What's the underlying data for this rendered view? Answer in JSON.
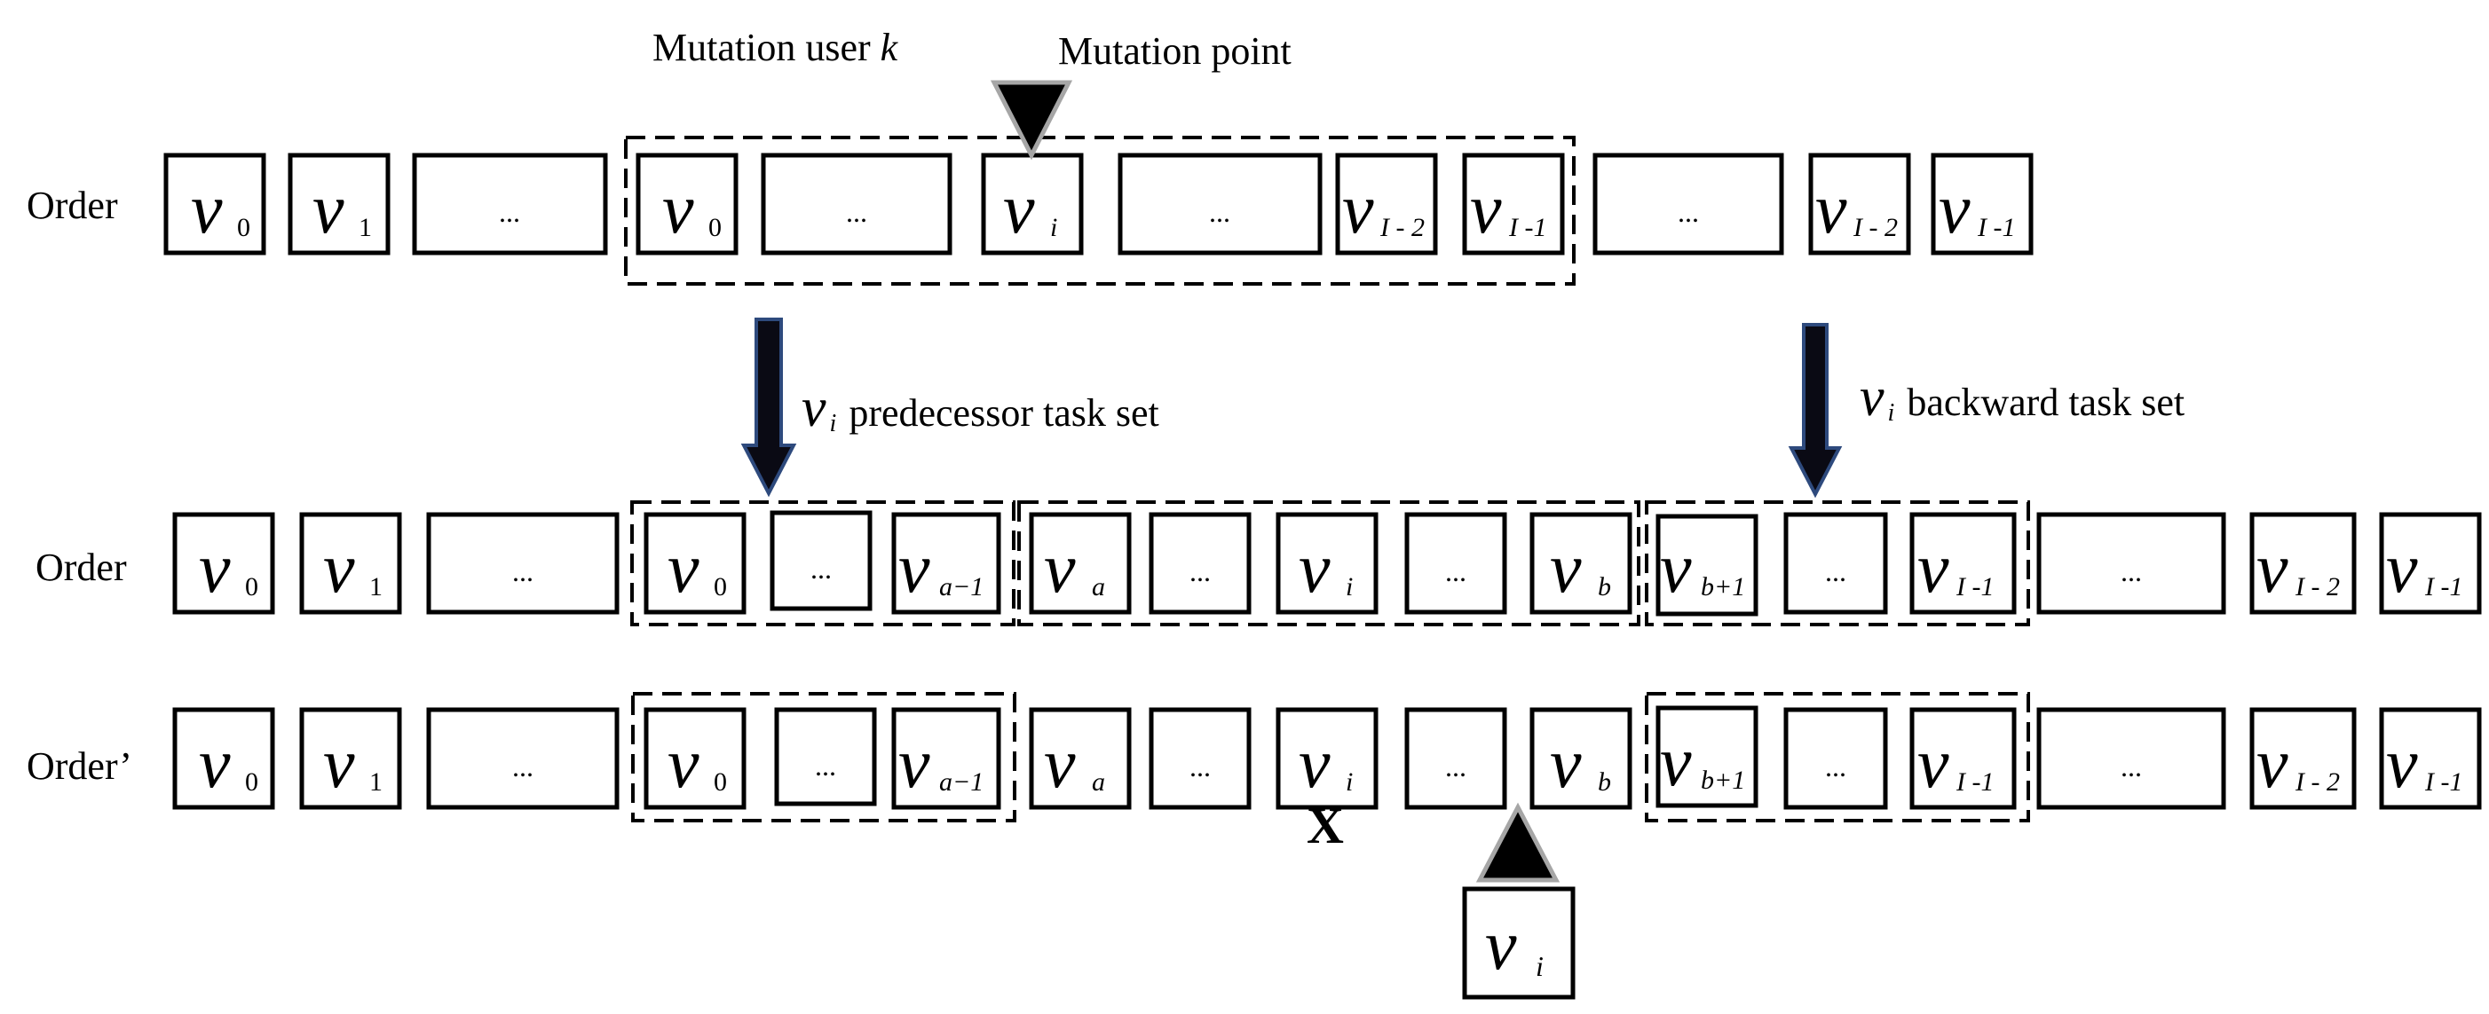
{
  "labels": {
    "mutation_user": "Mutation user ",
    "mutation_user_var": "k",
    "mutation_point": "Mutation point",
    "order": "Order",
    "order_prime": "Order’",
    "predecessor_label": "predecessor task set",
    "backward_label": "backward task set",
    "mutation_mark": "X"
  },
  "symbols": {
    "v": "v",
    "ellipsis": "...",
    "sub_0": "0",
    "sub_1": "1",
    "sub_i": "i",
    "sub_a": "a",
    "sub_b": "b",
    "sub_a_minus_1": "a−1",
    "sub_b_plus_1": "b+1",
    "sub_I_minus_1": "I -1",
    "sub_I_minus_2": "I - 2"
  },
  "rows": {
    "order_top": [
      "v_0",
      "v_1",
      "...",
      "v_0",
      "...",
      "v_i",
      "...",
      "v_I-2",
      "v_I-1",
      "...",
      "v_I-2",
      "v_I-1"
    ],
    "order_middle": [
      "v_0",
      "v_1",
      "...",
      "v_0",
      "...",
      "v_a-1",
      "v_a",
      "...",
      "v_i",
      "...",
      "v_b",
      "v_b+1",
      "...",
      "v_I-1",
      "...",
      "v_I-2",
      "v_I-1"
    ],
    "order_prime": [
      "v_0",
      "v_1",
      "...",
      "v_0",
      "...",
      "v_a-1",
      "v_a",
      "...",
      "v_i",
      "...",
      "v_b",
      "v_b+1",
      "...",
      "v_I-1",
      "...",
      "v_I-2",
      "v_I-1"
    ],
    "inserted": "v_i"
  },
  "colors": {
    "arrow_fill": "#0a0a14",
    "arrow_outline": "#2e4a7d",
    "triangle_fill": "#000000",
    "triangle_outline": "#a6a6a6"
  }
}
